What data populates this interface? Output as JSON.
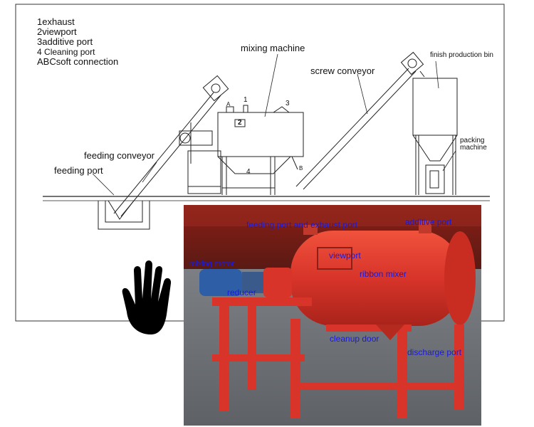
{
  "legend": {
    "items": [
      {
        "num": "1",
        "text": "exhaust"
      },
      {
        "num": "2",
        "text": "viewport"
      },
      {
        "num": "3",
        "text": "additive port"
      },
      {
        "num": "4",
        "text": "Cleaning port"
      },
      {
        "num": "ABC",
        "text": "soft connection"
      }
    ]
  },
  "diagram": {
    "mixing_machine": "mixing machine",
    "screw_conveyor": "screw conveyor",
    "finish_bin": "finish production bin",
    "packing_machine_1": "packing",
    "packing_machine_2": "machine",
    "feeding_conveyor": "feeding conveyor",
    "feeding_port": "feeding port",
    "mark_1": "1",
    "mark_2": "2",
    "mark_3": "3",
    "mark_4": "4",
    "mark_a": "A",
    "mark_b": "B"
  },
  "photo": {
    "feeding_exhaust": "feeding port and exhaust port",
    "additive_port": "additive port",
    "viewport": "viewport",
    "mixing_motor": "mixing motor",
    "ribbon_mixer": "ribbon mixer",
    "reducer": "reducer",
    "cleanup_door": "cleanup door",
    "discharge_port": "discharge port"
  },
  "colors": {
    "line": "#222222",
    "photo_label": "#1a1ad8",
    "machine_red": "#d8342a",
    "hand": "#000000"
  }
}
